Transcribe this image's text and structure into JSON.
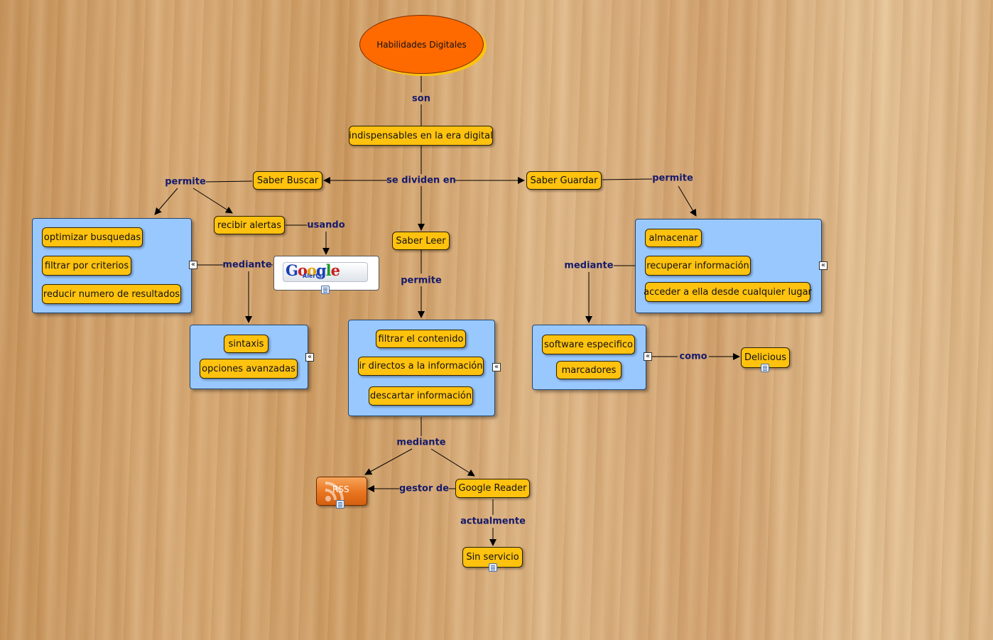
{
  "colors": {
    "node": "#ffc20e",
    "group": "#99c8ff",
    "root": "#ff6a00",
    "label": "#151a6b"
  },
  "root": "Habilidades Digitales",
  "nodes": {
    "indispensables": "indispensables en la era digital",
    "saber_buscar": "Saber Buscar",
    "saber_guardar": "Saber Guardar",
    "saber_leer": "Saber Leer",
    "recibir_alertas": "recibir alertas",
    "google_reader": "Google Reader",
    "sin_servicio": "Sin servicio",
    "delicious": "Delicious"
  },
  "groups": {
    "buscar": [
      "optimizar busquedas",
      "filtrar por criterios",
      "reducir numero de resultados"
    ],
    "buscar_mediante": [
      "sintaxis",
      "opciones avanzadas"
    ],
    "leer": [
      "filtrar el contenido",
      "ir directos a la información",
      "descartar información"
    ],
    "guardar": [
      "almacenar",
      "recuperar información",
      "acceder a ella desde cualquier lugar"
    ],
    "guardar_mediante": [
      "software especifico",
      "marcadores"
    ]
  },
  "links": {
    "son": "son",
    "se_dividen_en": "se dividen en",
    "permite_buscar": "permite",
    "permite_leer": "permite",
    "permite_guardar": "permite",
    "usando": "usando",
    "mediante_buscar": "mediante",
    "mediante_guardar": "mediante",
    "mediante_leer": "mediante",
    "como": "como",
    "gestor_de": "gestor de",
    "actualmente": "actualmente"
  },
  "images": {
    "google_alerts": {
      "logo": "Google",
      "sub": "Alerts"
    },
    "rss": "RSS"
  },
  "icons": [
    "expand-icon",
    "document-icon",
    "rss-icon",
    "google-alerts-logo"
  ]
}
